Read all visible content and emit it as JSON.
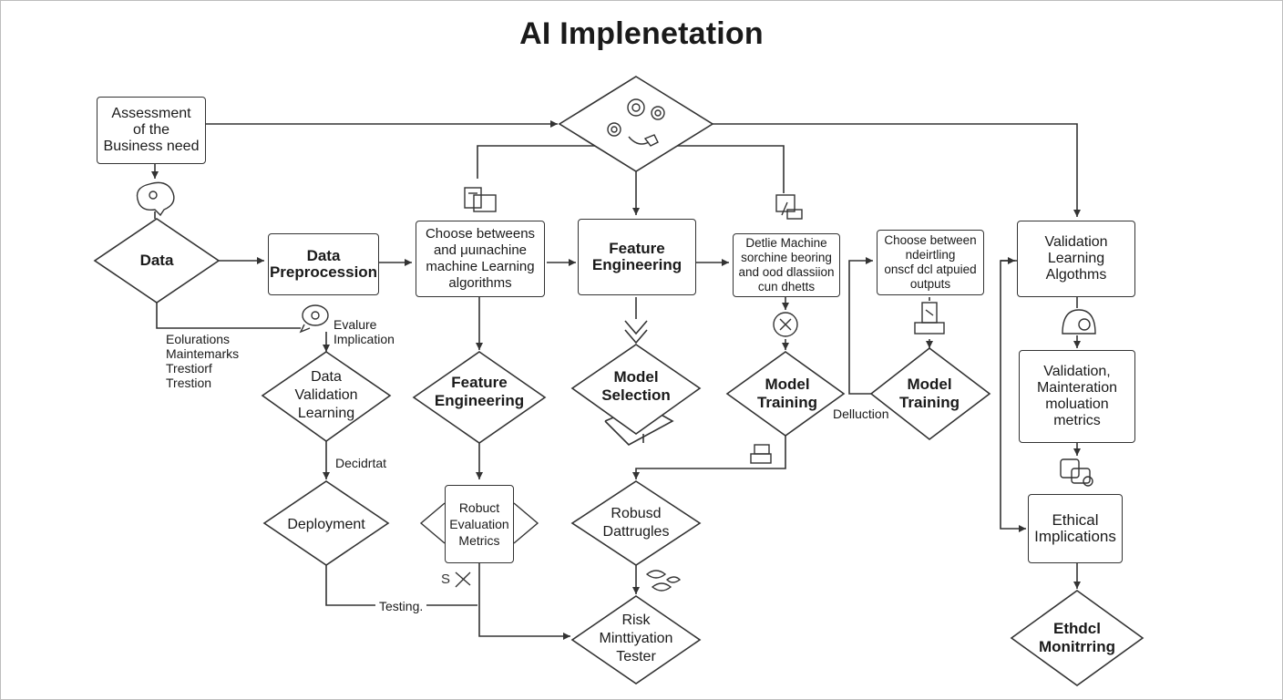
{
  "title": "AI Implenetation",
  "boxes": {
    "assessment": "Assessment\nof the\nBusiness need",
    "data_preprocession": "Data\nPreprocession",
    "choose_algorithms": "Choose betweens\nand μuιnachine\nmachine Learning\nalgorithms",
    "feature_engineering_top": "Feature\nEngineering",
    "define_machine": "Detlie Machine\nsorchine beoring\nand ood dlassiion\ncun dhetts",
    "choose_outputs": "Choose between\nndeirtling\nonscf dcl atpuied\noutputs",
    "validation_learning": "Validation\nLearning\nAlgothms",
    "validation_maintenance": "Validation,\nMainteration\nmoluation\nmetrics",
    "ethical_implications": "Ethical\nImplications",
    "robust_eval": "Robuct\nEvaluation\nMetrics"
  },
  "diamonds": {
    "data": "Data",
    "data_validation": "Data\nValidation\nLearning",
    "deployment": "Deployment",
    "feature_engineering_mid": "Feature\nEngineering",
    "model_selection": "Model\nSelection",
    "model_training_1": "Model\nTraining",
    "model_training_2": "Model\nTraining",
    "robust_datt": "Robusd\nDattrugles",
    "risk": "Risk\nMinttiyation\nTester",
    "ethical_monitoring": "Ethdcl\nMonitrring"
  },
  "notes": {
    "evaluations": "Eolurations\nMaintemarks\nTrestiorf\nTrestion",
    "evaluate_implication": "Evalure\nImplication",
    "decidtat": "Decidrtat",
    "testing": "Testing.",
    "dellucion": "Delluction"
  },
  "colors": {
    "line": "#333333",
    "text": "#1a1a1a",
    "background": "#ffffff"
  }
}
